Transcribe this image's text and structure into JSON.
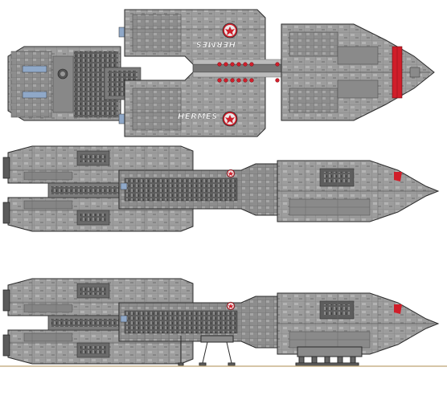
{
  "ship": {
    "name_top": "HERMES",
    "name_bottom": "HERMES"
  },
  "colors": {
    "hull_light": "#a9a9a9",
    "hull_mid": "#8e8e8e",
    "hull_dark": "#6f6f6f",
    "panel_line": "#4a4a4a",
    "outline": "#2b2b2b",
    "accent_red": "#d01e2a",
    "window_blue": "#8fa8c8",
    "ground_line": "#c9b48a"
  },
  "icons": {
    "emblem": "phoenix-emblem-icon"
  },
  "views": [
    "top-view",
    "side-view",
    "side-view-landing-gear"
  ]
}
